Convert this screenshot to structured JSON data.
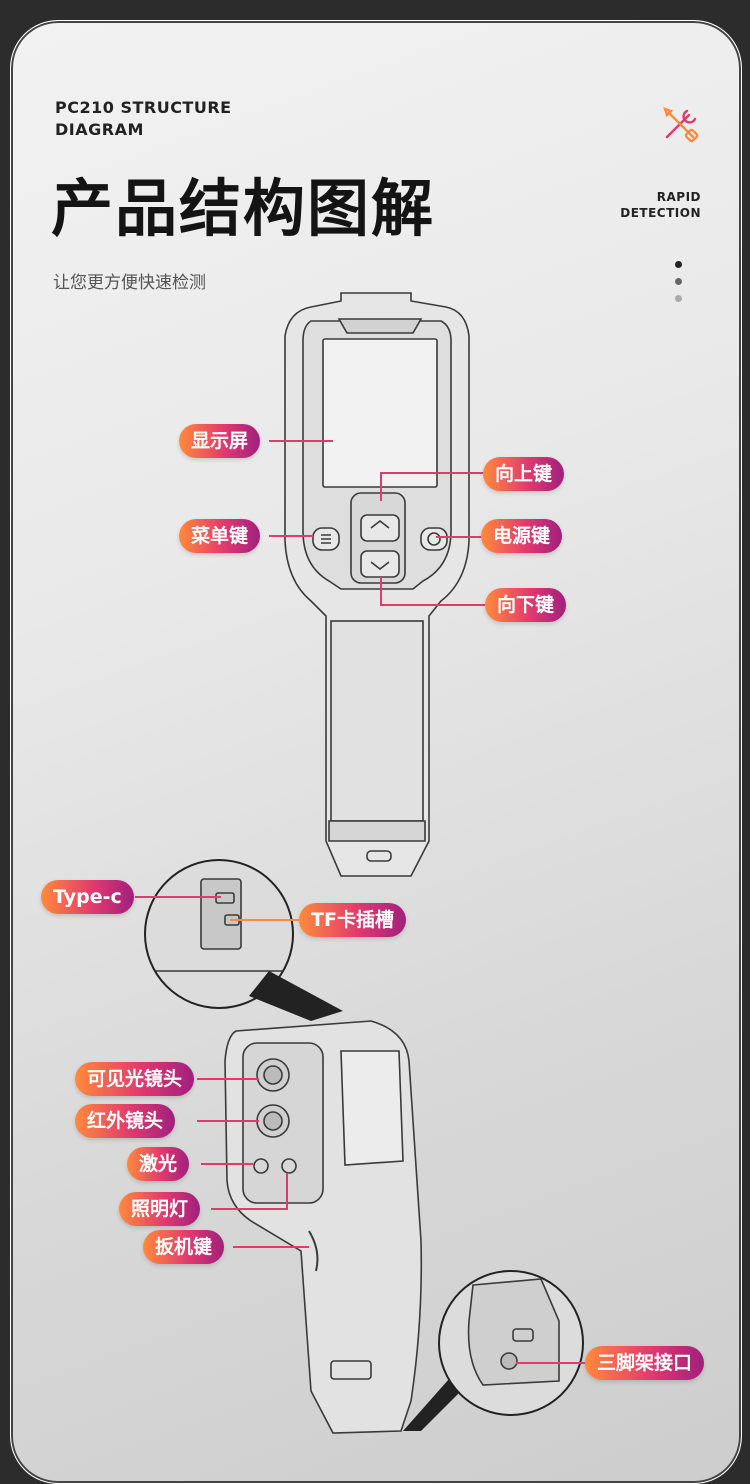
{
  "header": {
    "en_title": "PC210 STRUCTURE DIAGRAM",
    "cn_title": "产品结构图解",
    "subtitle": "让您更方便快速检测",
    "badge": "RAPID DETECTION",
    "icon": "tools-icon"
  },
  "colors": {
    "tag_start": "#ff8a3c",
    "tag_mid": "#e23a6e",
    "tag_end": "#a0207e",
    "leader": "#9b2a8a"
  },
  "pager": {
    "count": 3,
    "active": 1
  },
  "labels": {
    "display": "显示屏",
    "up_key": "向上键",
    "menu_key": "菜单键",
    "power_key": "电源键",
    "down_key": "向下键",
    "type_c": "Type-c",
    "tf_slot": "TF卡插槽",
    "visible_lens": "可见光镜头",
    "ir_lens": "红外镜头",
    "laser": "激光",
    "light": "照明灯",
    "trigger": "扳机键",
    "tripod": "三脚架接口"
  }
}
